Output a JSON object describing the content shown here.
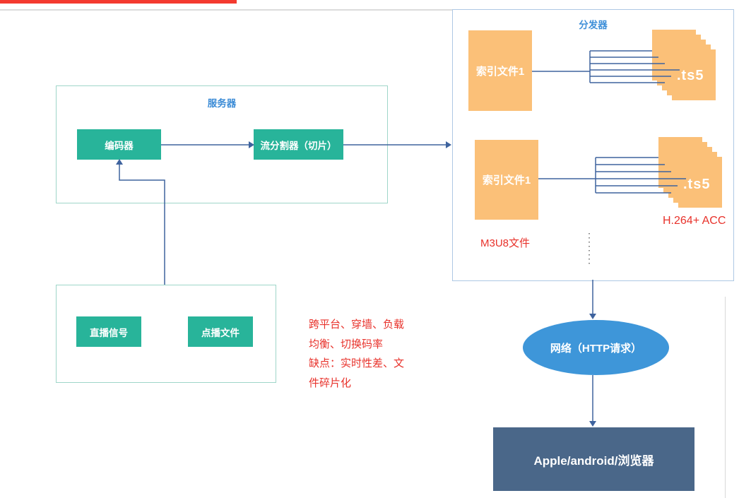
{
  "server_group": {
    "title": "服务器",
    "encoder_label": "编码器",
    "splitter_label": "流分割器（切片）"
  },
  "source_group": {
    "live_label": "直播信号",
    "vod_label": "点播文件"
  },
  "distributor": {
    "title": "分发器",
    "rows": [
      {
        "index_label": "索引文件1",
        "ts_label": ".ts5"
      },
      {
        "index_label": "索引文件1",
        "ts_label": ".ts5"
      }
    ],
    "m3u8_note": "M3U8文件",
    "codec_note": "H.264+ ACC"
  },
  "notes": {
    "lines": [
      "跨平台、穿墙、负载",
      "均衡、切换码率",
      "缺点：实时性差、文",
      "件碎片化"
    ]
  },
  "network": {
    "label": "网络（HTTP请求）"
  },
  "client": {
    "label": "Apple/android/浏览器"
  },
  "colors": {
    "teal_node": "#28B49A",
    "group_border_green": "#9FD6C9",
    "group_border_blue": "#AEC8E4",
    "orange_file": "#FBC078",
    "blue_group_label": "#3C8CD6",
    "red_annotation": "#E8322B",
    "network_ellipse": "#3E96D9",
    "client_box": "#4A6789",
    "connector_line": "#3E639E",
    "top_bar_red": "#F43A2F"
  }
}
